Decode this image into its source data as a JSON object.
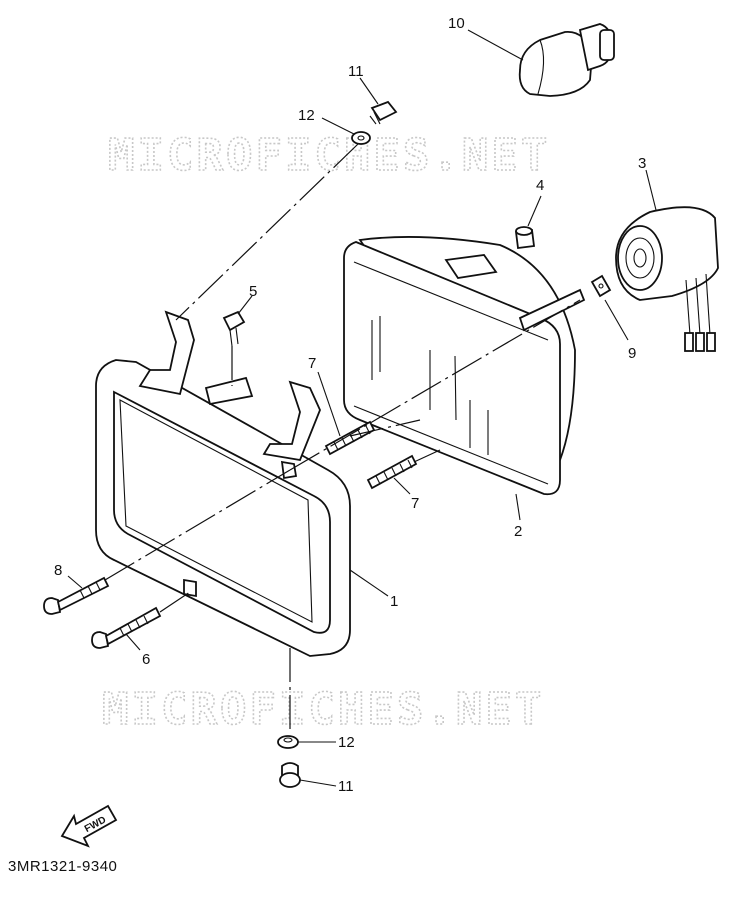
{
  "watermark": "MICROFICHES.NET",
  "drawing_code": "3MR1321-9340",
  "fwd_label": "FWD",
  "callouts": {
    "c10": "10",
    "c11_top": "11",
    "c12_top": "12",
    "c3": "3",
    "c4": "4",
    "c5": "5",
    "c9": "9",
    "c7_upper": "7",
    "c7_lower": "7",
    "c2": "2",
    "c1": "1",
    "c8": "8",
    "c6": "6",
    "c12_bottom": "12",
    "c11_bottom": "11"
  }
}
